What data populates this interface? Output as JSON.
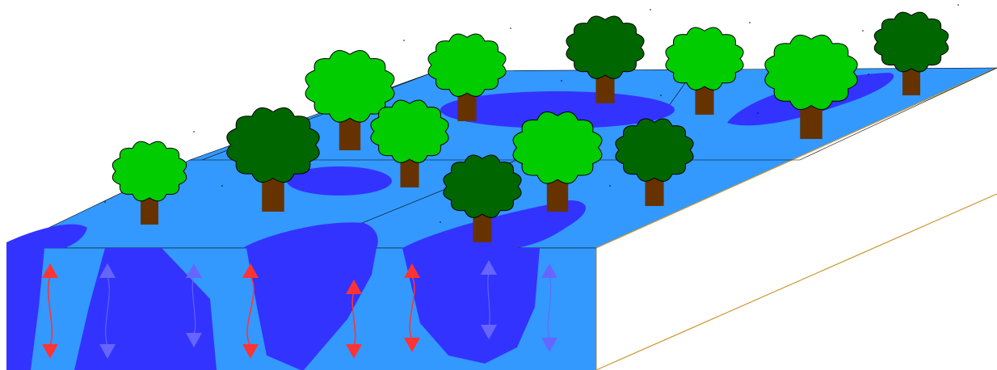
{
  "colors": {
    "background": "#ffffff",
    "water_light": "#3399ff",
    "water_deep": "#3333ff",
    "trunk": "#663300",
    "canopy_light": "#00cc00",
    "canopy_dark": "#006600",
    "arrow_red": "#ff3333",
    "arrow_blue": "#6666ff",
    "edge_line": "#cc9933",
    "outline": "#000000"
  },
  "trees": [
    {
      "name": "tree-1",
      "shade": "light"
    },
    {
      "name": "tree-2",
      "shade": "dark"
    },
    {
      "name": "tree-3",
      "shade": "light"
    },
    {
      "name": "tree-4",
      "shade": "light"
    },
    {
      "name": "tree-5",
      "shade": "light"
    },
    {
      "name": "tree-6",
      "shade": "dark"
    },
    {
      "name": "tree-7",
      "shade": "light"
    },
    {
      "name": "tree-8",
      "shade": "dark"
    },
    {
      "name": "tree-9",
      "shade": "light"
    },
    {
      "name": "tree-10",
      "shade": "dark"
    },
    {
      "name": "tree-11",
      "shade": "light"
    },
    {
      "name": "tree-12",
      "shade": "dark"
    }
  ],
  "arrows": [
    {
      "name": "arrow-upwelling-1",
      "color": "red"
    },
    {
      "name": "arrow-downwelling-1",
      "color": "blue"
    },
    {
      "name": "arrow-downwelling-2",
      "color": "blue"
    },
    {
      "name": "arrow-upwelling-2",
      "color": "red"
    },
    {
      "name": "arrow-upwelling-3",
      "color": "red"
    },
    {
      "name": "arrow-upwelling-4",
      "color": "red"
    },
    {
      "name": "arrow-downwelling-3",
      "color": "blue"
    },
    {
      "name": "arrow-downwelling-4",
      "color": "blue"
    }
  ]
}
